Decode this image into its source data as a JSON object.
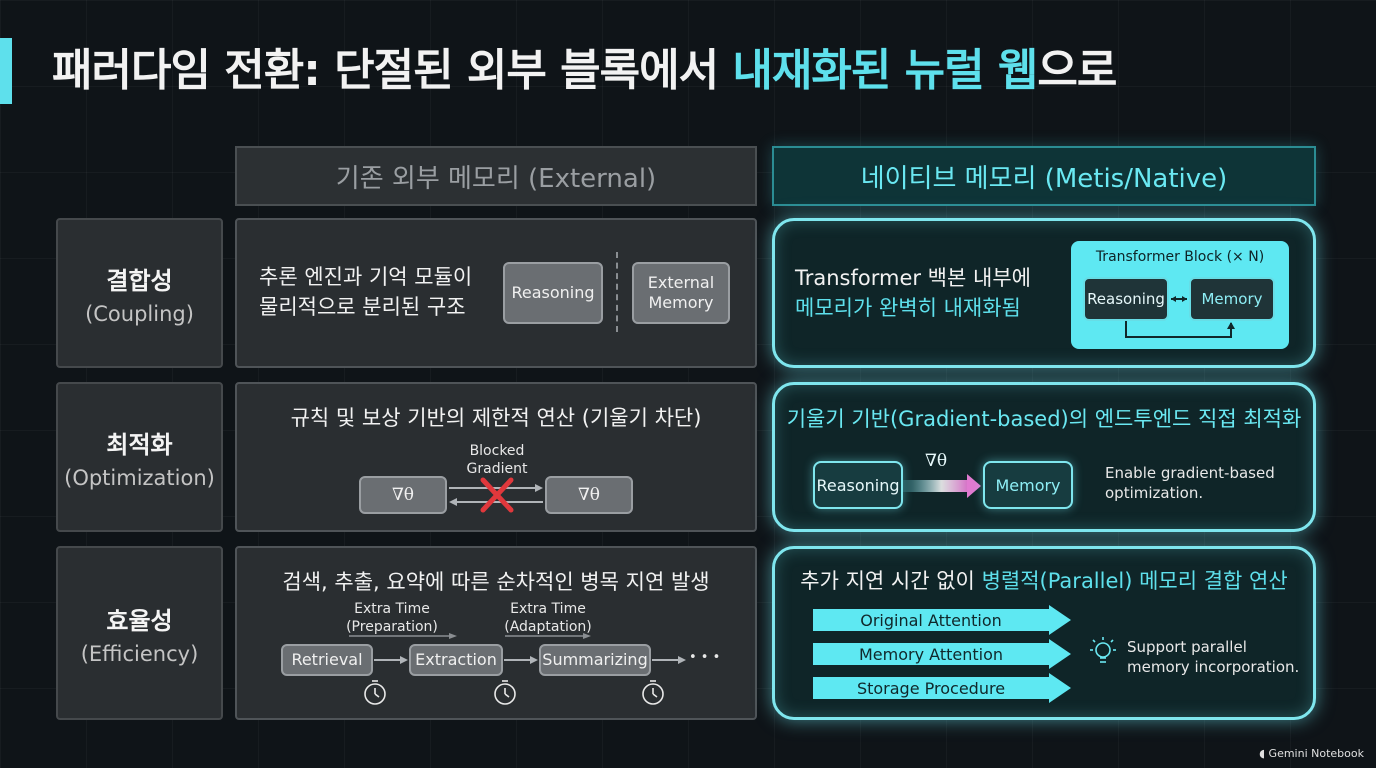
{
  "title": {
    "part1": "패러다임 전환: 단절된 외부 블록에서 ",
    "highlight": "내재화된 뉴럴 웹",
    "part2": "으로"
  },
  "headers": {
    "external": "기존 외부 메모리 (External)",
    "native": "네이티브 메모리 (Metis/Native)"
  },
  "rows": {
    "coupling": {
      "ko": "결합성",
      "en": "(Coupling)"
    },
    "optimization": {
      "ko": "최적화",
      "en": "(Optimization)"
    },
    "efficiency": {
      "ko": "효율성",
      "en": "(Efficiency)"
    }
  },
  "coupling_external": {
    "line1": "추론 엔진과 기억 모듈이",
    "line2": "물리적으로 분리된 구조",
    "reasoning": "Reasoning",
    "memory_line1": "External",
    "memory_line2": "Memory"
  },
  "coupling_native": {
    "line1": "Transformer 백본 내부에",
    "line2": "메모리가 완벽히 내재화됨",
    "block_title": "Transformer Block (× N)",
    "reasoning": "Reasoning",
    "memory": "Memory"
  },
  "optimization_external": {
    "heading": "규칙 및 보상 기반의 제한적 연산 (기울기 차단)",
    "blocked_line1": "Blocked",
    "blocked_line2": "Gradient",
    "grad_left": "∇θ",
    "grad_right": "∇θ"
  },
  "optimization_native": {
    "heading": "기울기 기반(Gradient-based)의 엔드투엔드 직접 최적화",
    "reasoning": "Reasoning",
    "grad": "∇θ",
    "memory": "Memory",
    "note_line1": "Enable gradient-based",
    "note_line2": "optimization."
  },
  "efficiency_external": {
    "heading": "검색, 추출, 요약에 따른 순차적인 병목 지연 발생",
    "extra1_line1": "Extra Time",
    "extra1_line2": "(Preparation)",
    "extra2_line1": "Extra Time",
    "extra2_line2": "(Adaptation)",
    "steps": [
      "Retrieval",
      "Extraction",
      "Summarizing"
    ],
    "ellipsis": "• • •"
  },
  "efficiency_native": {
    "heading_part1": "추가 지연 시간 없이 ",
    "heading_hl": "병렬적(Parallel) 메모리 결합 연산",
    "bars": [
      "Original Attention",
      "Memory Attention",
      "Storage Procedure"
    ],
    "note_line1": "Support parallel",
    "note_line2": "memory incorporation."
  },
  "footer": "Gemini Notebook",
  "colors": {
    "accent": "#5ee0ec",
    "background": "#0f1418",
    "blocked": "#e0383c"
  }
}
